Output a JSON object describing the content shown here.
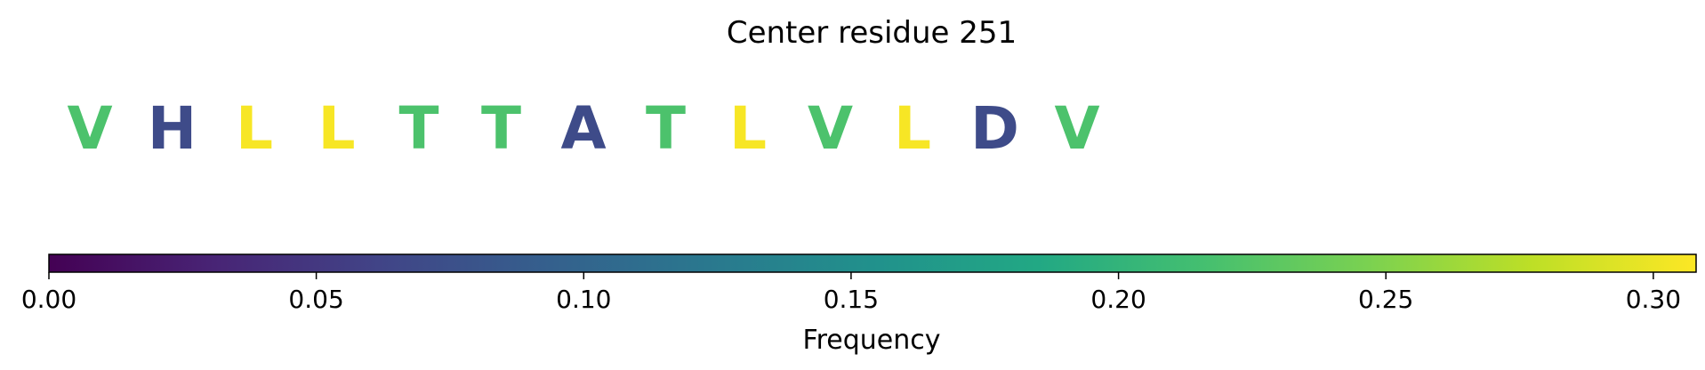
{
  "chart_data": {
    "type": "sequence-colorbar",
    "title": "Center residue 251",
    "residues": [
      {
        "letter": "V",
        "value": 0.22
      },
      {
        "letter": "H",
        "value": 0.07
      },
      {
        "letter": "L",
        "value": 0.305
      },
      {
        "letter": "L",
        "value": 0.305
      },
      {
        "letter": "T",
        "value": 0.22
      },
      {
        "letter": "T",
        "value": 0.22
      },
      {
        "letter": "A",
        "value": 0.07
      },
      {
        "letter": "T",
        "value": 0.22
      },
      {
        "letter": "L",
        "value": 0.305
      },
      {
        "letter": "V",
        "value": 0.22
      },
      {
        "letter": "L",
        "value": 0.305
      },
      {
        "letter": "D",
        "value": 0.07
      },
      {
        "letter": "V",
        "value": 0.22
      }
    ],
    "colorbar": {
      "colormap": "viridis",
      "label": "Frequency",
      "range": [
        0.0,
        0.308
      ],
      "ticks": [
        {
          "value": 0.0,
          "label": "0.00"
        },
        {
          "value": 0.05,
          "label": "0.05"
        },
        {
          "value": 0.1,
          "label": "0.10"
        },
        {
          "value": 0.15,
          "label": "0.15"
        },
        {
          "value": 0.2,
          "label": "0.20"
        },
        {
          "value": 0.25,
          "label": "0.25"
        },
        {
          "value": 0.3,
          "label": "0.30"
        }
      ]
    }
  }
}
